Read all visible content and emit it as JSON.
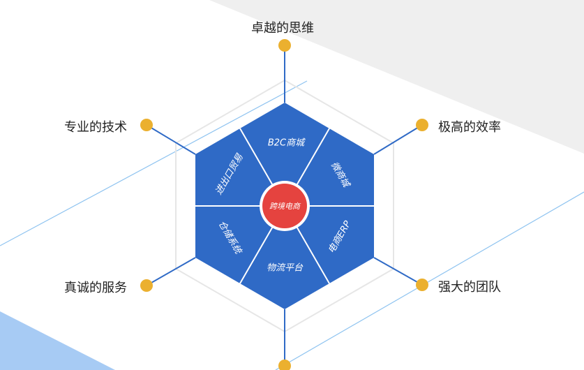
{
  "center": {
    "label": "跨境电商"
  },
  "segments": [
    {
      "id": "b2c",
      "label": "B2C商城"
    },
    {
      "id": "wechat",
      "label": "微商城"
    },
    {
      "id": "erp",
      "label": "电商ERP"
    },
    {
      "id": "logistics",
      "label": "物流平台"
    },
    {
      "id": "warehouse",
      "label": "仓储系统"
    },
    {
      "id": "trade",
      "label": "进出口贸易"
    }
  ],
  "outer_labels": {
    "top": "卓越的思维",
    "upper_right": "极高的效率",
    "lower_right": "强大的团队",
    "lower_left": "真诚的服务",
    "upper_left": "专业的技术"
  },
  "colors": {
    "hexagon_fill": "#2f6ac6",
    "center_fill": "#e5433f",
    "dot_fill": "#ebb02f",
    "connector": "#2f6ac6",
    "diagonal_lines": "#8ec3f0",
    "triangle_bottom_left": "#a7cbf4",
    "shape_top_right": "#efefef"
  }
}
